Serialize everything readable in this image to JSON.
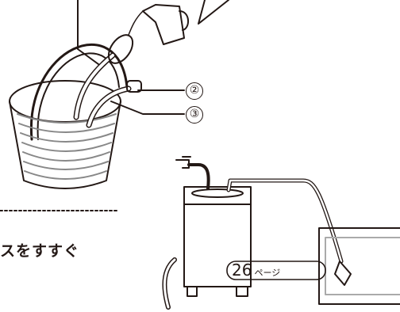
{
  "callouts": [
    "②",
    "③"
  ],
  "instruction": "スをすすぐ",
  "page_ref": {
    "number": "26",
    "unit": "ページ"
  }
}
